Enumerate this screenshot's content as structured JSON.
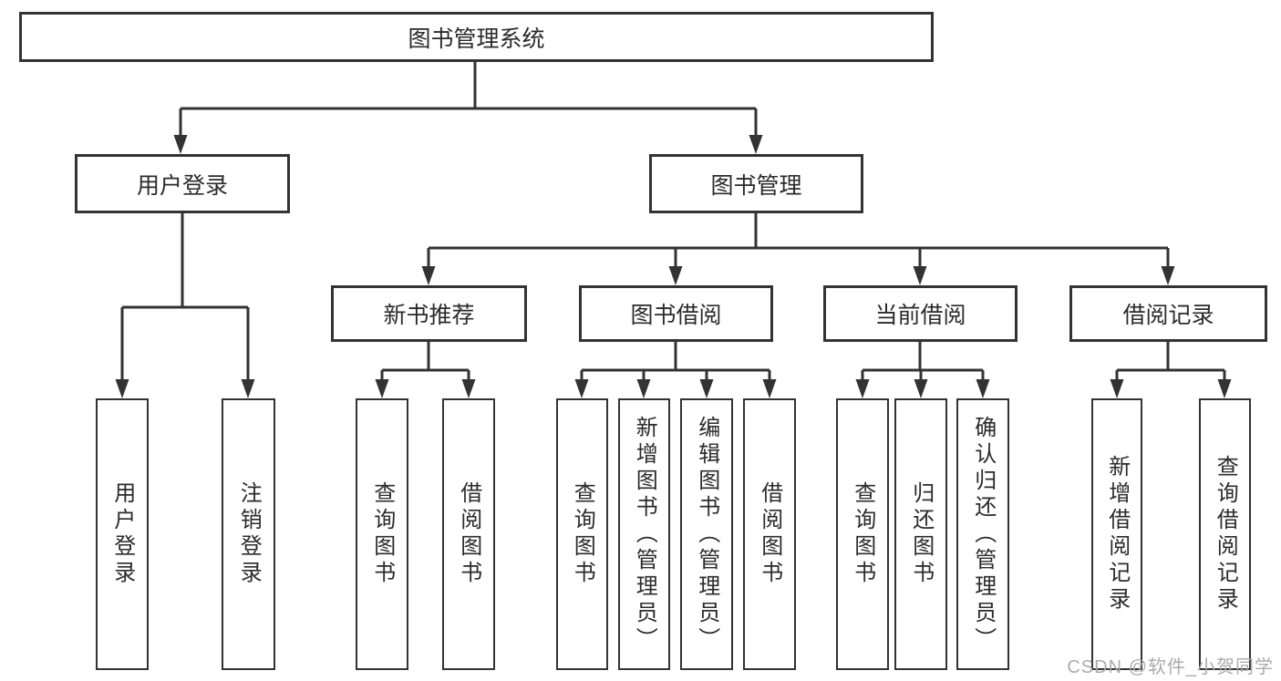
{
  "colors": {
    "line": "#333333",
    "text": "#2b2b2b",
    "watermark": "#ababab",
    "background": "#ffffff"
  },
  "watermark": {
    "label": "CSDN @软件_小贺同学"
  },
  "nodes": {
    "root": {
      "label": "图书管理系统"
    },
    "level2": [
      {
        "label": "用户登录"
      },
      {
        "label": "图书管理"
      }
    ],
    "level3": [
      {
        "label": "新书推荐"
      },
      {
        "label": "图书借阅"
      },
      {
        "label": "当前借阅"
      },
      {
        "label": "借阅记录"
      }
    ],
    "level4": {
      "userLogin": [
        {
          "label": "用户登录"
        },
        {
          "label": "注销登录"
        }
      ],
      "newBookRecommend": [
        {
          "label": "查询图书"
        },
        {
          "label": "借阅图书"
        }
      ],
      "bookBorrow": [
        {
          "label": "查询图书"
        },
        {
          "label": "新增图书（管理员）"
        },
        {
          "label": "编辑图书（管理员）"
        },
        {
          "label": "借阅图书"
        }
      ],
      "currentBorrow": [
        {
          "label": "查询图书"
        },
        {
          "label": "归还图书"
        },
        {
          "label": "确认归还（管理员）"
        }
      ],
      "borrowRecord": [
        {
          "label": "新增借阅记录"
        },
        {
          "label": "查询借阅记录"
        }
      ]
    }
  }
}
